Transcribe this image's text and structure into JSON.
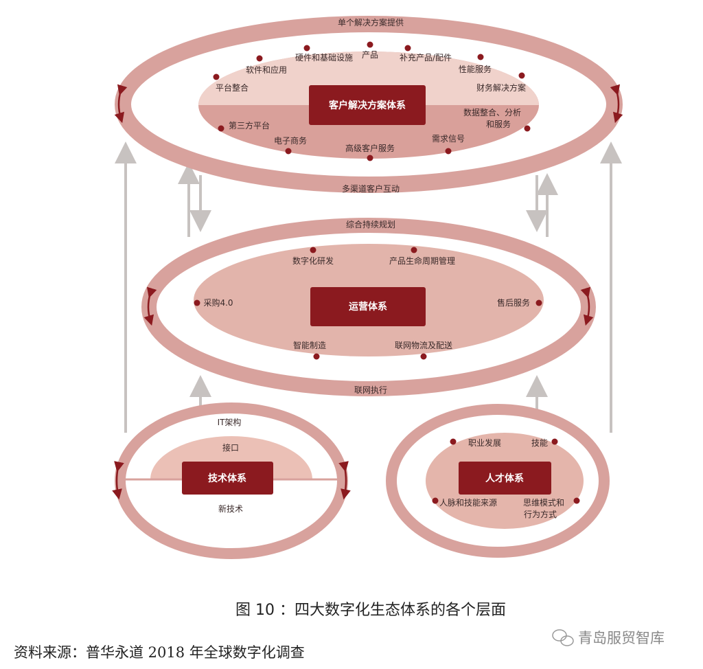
{
  "colors": {
    "box": "#8b1a1f",
    "ring": "#d8a29d",
    "inner_light": "#f0d2cb",
    "inner_dark": "#d9a09a",
    "dot": "#8b1a1f",
    "arrow": "#c7c2c0"
  },
  "customer": {
    "title": "客户解决方案体系",
    "ring_top": "单个解决方案提供",
    "ring_bottom": "多渠道客户互动",
    "items": [
      "平台整合",
      "软件和应用",
      "硬件和基础设施",
      "产品",
      "补充产品/配件",
      "性能服务",
      "财务解决方案",
      "数据整合、分析",
      "和服务",
      "第三方平台",
      "电子商务",
      "高级客户服务",
      "需求信号"
    ]
  },
  "operations": {
    "title": "运营体系",
    "ring_top": "综合持续规划",
    "ring_bottom": "联网执行",
    "items": [
      "数字化研发",
      "产品生命周期管理",
      "采购4.0",
      "售后服务",
      "智能制造",
      "联网物流及配送"
    ]
  },
  "technology": {
    "title": "技术体系",
    "ring_top": "IT架构",
    "upper": "接口",
    "lower": "新技术"
  },
  "talent": {
    "title": "人才体系",
    "items": [
      "职业发展",
      "技能",
      "人脉和技能来源",
      "思维模式和",
      "行为方式"
    ]
  },
  "caption": "图 10 ：四大数字化生态体系的各个层面",
  "source": "资料来源：普华永道 2018 年全球数字化调查",
  "watermark": "青岛服贸智库"
}
